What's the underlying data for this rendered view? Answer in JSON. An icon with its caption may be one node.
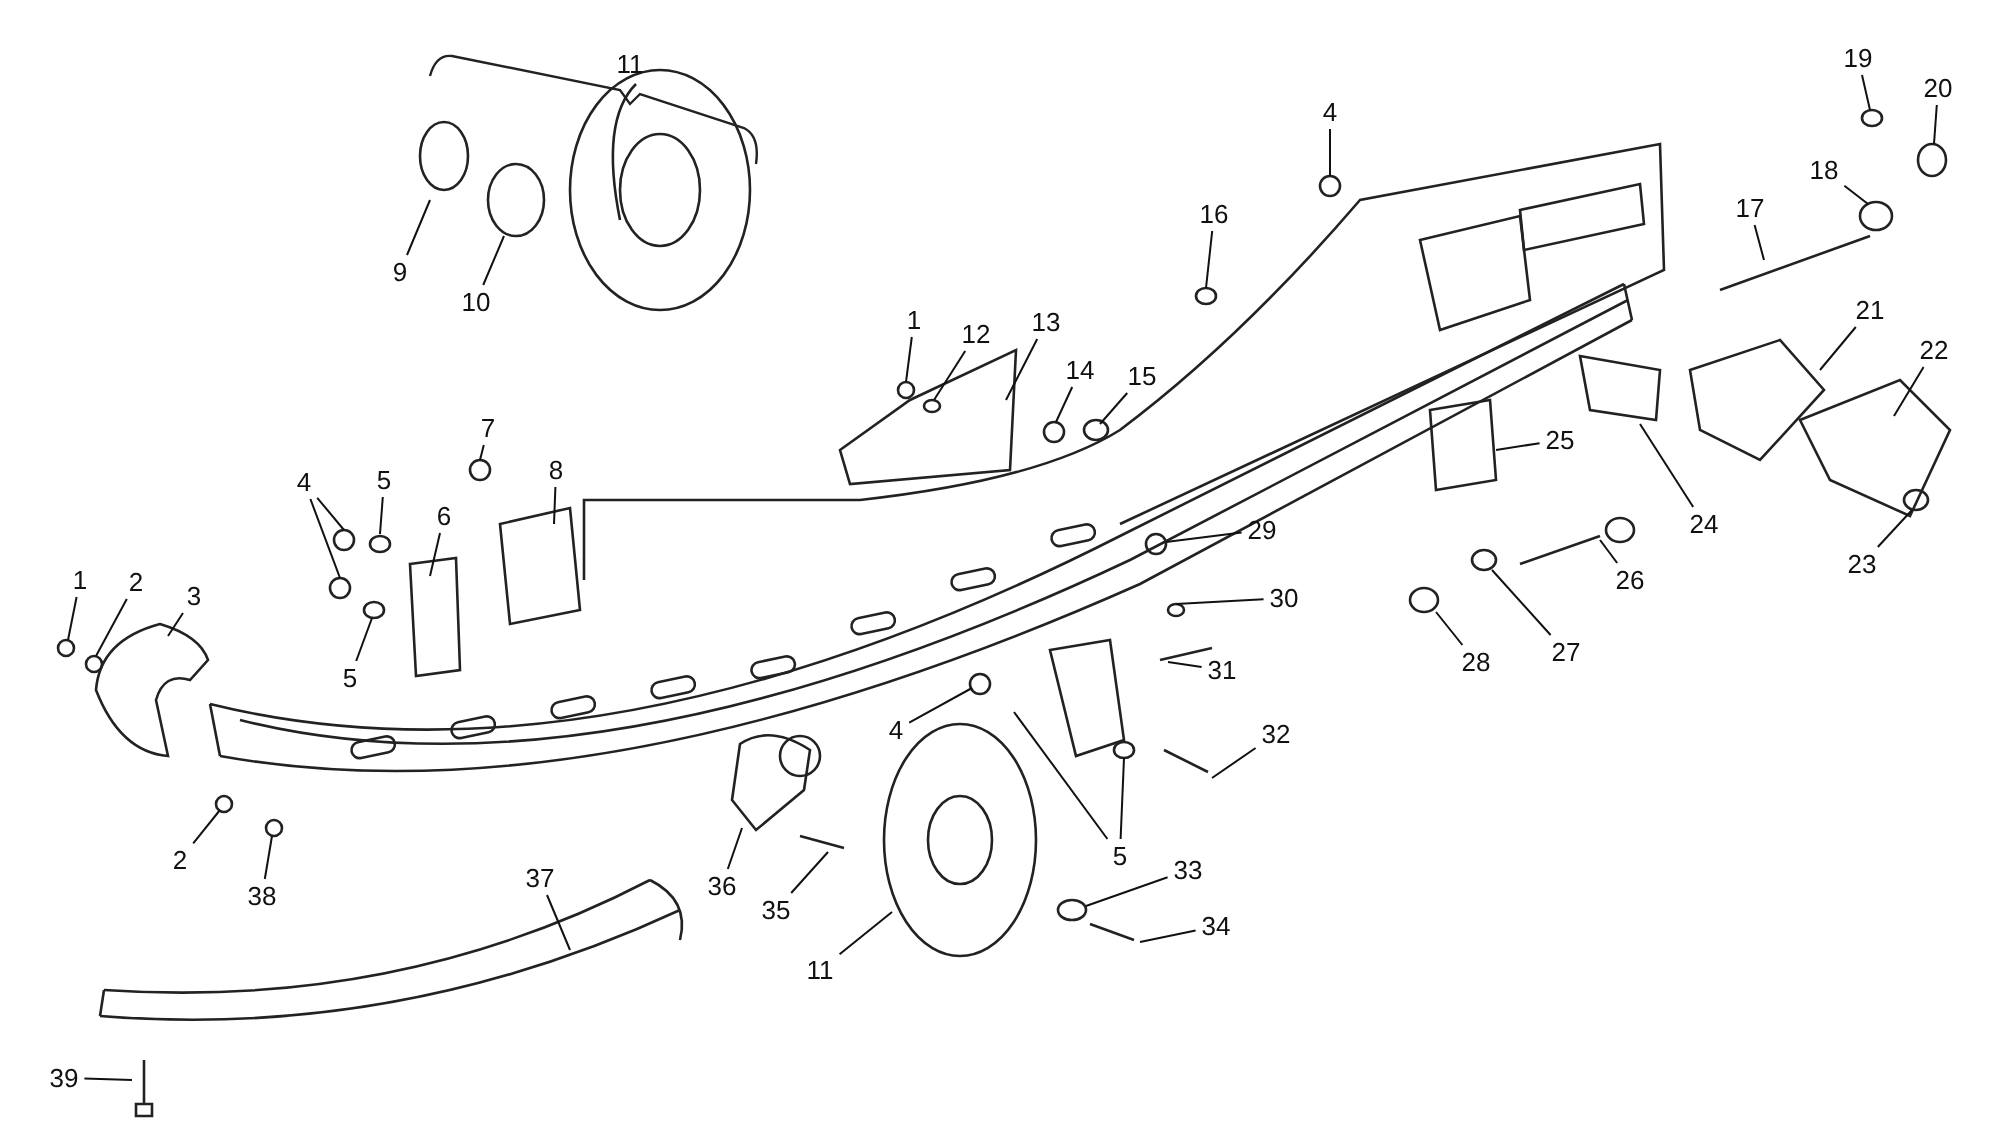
{
  "diagram": {
    "nodes": [
      {
        "text": [
          "19"
        ]
      },
      {
        "text": [
          "20"
        ]
      },
      {
        "text": [
          "4"
        ]
      },
      {
        "text": [
          "18"
        ]
      },
      {
        "text": [
          "17"
        ]
      },
      {
        "text": [
          "16"
        ]
      },
      {
        "text": [
          "9"
        ]
      },
      {
        "text": [
          "10"
        ]
      },
      {
        "text": [
          "21"
        ]
      },
      {
        "text": [
          "1"
        ]
      },
      {
        "text": [
          "13"
        ]
      },
      {
        "text": [
          "12"
        ]
      },
      {
        "text": [
          "22"
        ]
      },
      {
        "text": [
          "14"
        ]
      },
      {
        "text": [
          "15"
        ]
      },
      {
        "text": [
          "7"
        ]
      },
      {
        "text": [
          "25"
        ]
      },
      {
        "text": [
          "8"
        ]
      },
      {
        "text": [
          "5"
        ]
      },
      {
        "text": [
          "4"
        ]
      },
      {
        "text": [
          "6"
        ]
      },
      {
        "text": [
          "24"
        ]
      },
      {
        "text": [
          "29"
        ]
      },
      {
        "text": [
          "23"
        ]
      },
      {
        "text": [
          "1"
        ]
      },
      {
        "text": [
          "2"
        ]
      },
      {
        "text": [
          "26"
        ]
      },
      {
        "text": [
          "3"
        ]
      },
      {
        "text": [
          "30"
        ]
      },
      {
        "text": [
          "27"
        ]
      },
      {
        "text": [
          "31"
        ]
      },
      {
        "text": [
          "28"
        ]
      },
      {
        "text": [
          "5"
        ]
      },
      {
        "text": [
          "4"
        ]
      },
      {
        "text": [
          "32"
        ]
      },
      {
        "text": [
          "5"
        ]
      },
      {
        "text": [
          "2"
        ]
      },
      {
        "text": [
          "33"
        ]
      },
      {
        "text": [
          "36"
        ]
      },
      {
        "text": [
          "37"
        ]
      },
      {
        "text": [
          "38"
        ]
      },
      {
        "text": [
          "35"
        ]
      },
      {
        "text": [
          "34"
        ]
      },
      {
        "text": [
          "11"
        ]
      },
      {
        "text": [
          "39"
        ]
      }
    ],
    "edges": [
      {
        "from": 0,
        "to": null,
        "arrow": "none"
      },
      {
        "from": 1,
        "to": null,
        "arrow": "none"
      },
      {
        "from": 2,
        "to": null,
        "arrow": "none"
      },
      {
        "from": 3,
        "to": null,
        "arrow": "none"
      },
      {
        "from": 4,
        "to": null,
        "arrow": "none"
      },
      {
        "from": 5,
        "to": null,
        "arrow": "none"
      },
      {
        "from": 6,
        "to": null,
        "arrow": "none"
      },
      {
        "from": 7,
        "to": null,
        "arrow": "none"
      },
      {
        "from": 8,
        "to": null,
        "arrow": "none"
      },
      {
        "from": 9,
        "to": null,
        "arrow": "none"
      },
      {
        "from": 10,
        "to": null,
        "arrow": "none"
      },
      {
        "from": 11,
        "to": null,
        "arrow": "none"
      },
      {
        "from": 12,
        "to": null,
        "arrow": "none"
      },
      {
        "from": 13,
        "to": null,
        "arrow": "none"
      },
      {
        "from": 14,
        "to": null,
        "arrow": "none"
      },
      {
        "from": 15,
        "to": null,
        "arrow": "none"
      },
      {
        "from": 16,
        "to": null,
        "arrow": "none"
      },
      {
        "from": 17,
        "to": null,
        "arrow": "none"
      },
      {
        "from": 18,
        "to": null,
        "arrow": "none"
      },
      {
        "from": 19,
        "to": null,
        "arrow": "none"
      },
      {
        "from": 19,
        "to": null,
        "arrow": "none"
      },
      {
        "from": 20,
        "to": null,
        "arrow": "none"
      },
      {
        "from": 21,
        "to": null,
        "arrow": "none"
      },
      {
        "from": 22,
        "to": null,
        "arrow": "none"
      },
      {
        "from": 23,
        "to": null,
        "arrow": "none"
      },
      {
        "from": 24,
        "to": null,
        "arrow": "none"
      },
      {
        "from": 25,
        "to": null,
        "arrow": "none"
      },
      {
        "from": 26,
        "to": null,
        "arrow": "none"
      },
      {
        "from": 27,
        "to": null,
        "arrow": "none"
      },
      {
        "from": 28,
        "to": null,
        "arrow": "none"
      },
      {
        "from": 29,
        "to": null,
        "arrow": "none"
      },
      {
        "from": 30,
        "to": null,
        "arrow": "none"
      },
      {
        "from": 31,
        "to": null,
        "arrow": "none"
      },
      {
        "from": 32,
        "to": null,
        "arrow": "none"
      },
      {
        "from": 33,
        "to": null,
        "arrow": "none"
      },
      {
        "from": 34,
        "to": null,
        "arrow": "none"
      },
      {
        "from": 35,
        "to": null,
        "arrow": "none"
      },
      {
        "from": 35,
        "to": null,
        "arrow": "none"
      },
      {
        "from": 36,
        "to": null,
        "arrow": "none"
      },
      {
        "from": 37,
        "to": null,
        "arrow": "none"
      },
      {
        "from": 38,
        "to": null,
        "arrow": "none"
      },
      {
        "from": 39,
        "to": null,
        "arrow": "none"
      },
      {
        "from": 40,
        "to": null,
        "arrow": "none"
      },
      {
        "from": 41,
        "to": null,
        "arrow": "none"
      },
      {
        "from": 42,
        "to": null,
        "arrow": "none"
      },
      {
        "from": 43,
        "to": null,
        "arrow": "none"
      },
      {
        "from": 44,
        "to": null,
        "arrow": "none"
      }
    ],
    "labels": [
      "11"
    ]
  }
}
